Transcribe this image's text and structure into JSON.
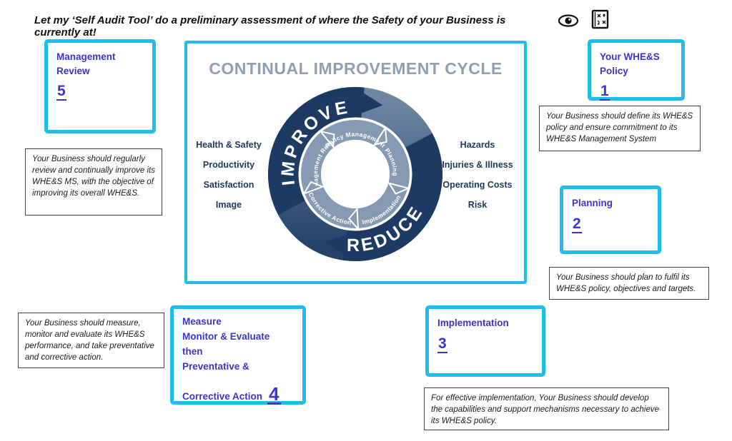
{
  "header": {
    "title": "Let my ‘Self Audit Tool’ do a preliminary assessment of where the Safety of your Business is currently at!",
    "icons": [
      "eye-icon",
      "audit-tool-icon"
    ]
  },
  "colors": {
    "cyan_border": "#1fbdeb",
    "link_blue": "#3d33cf",
    "navy": "#1d3a63",
    "ring_light": "#6e86a2",
    "ring_dark": "#24416a",
    "inner_ring": "#8699b2",
    "cycle_title_gray": "#8fa0b4"
  },
  "cycle": {
    "title": "CONTINUAL IMPROVEMENT CYCLE",
    "improve": "IMPROVE",
    "reduce": "REDUCE",
    "segments": [
      "Policy Management",
      "Planning",
      "Implementation",
      "Corrective Action",
      "Management Review"
    ],
    "left_items": [
      "Health & Safety",
      "Productivity",
      "Satisfaction",
      "Image"
    ],
    "right_items": [
      "Hazards",
      "Injuries & Illness",
      "Operating Costs",
      "Risk"
    ]
  },
  "steps": [
    {
      "label": "Your WHE&S Policy",
      "number": "1",
      "description": "Your Business should define its WHE&S policy and ensure commitment to its WHE&S Management System"
    },
    {
      "label": "Planning",
      "number": "2",
      "description": "Your Business should plan to fulfil its WHE&S policy, objectives and targets."
    },
    {
      "label": "Implementation",
      "number": "3",
      "description": "For effective implementation, Your Business should develop the capabilities and support mechanisms necessary to achieve its WHE&S policy."
    },
    {
      "lines": [
        "Measure",
        "Monitor & Evaluate",
        "then",
        "Preventative &",
        "Corrective Action"
      ],
      "number": "4",
      "description": "Your Business should measure, monitor and evaluate its WHE&S performance, and take preventative and corrective action."
    },
    {
      "label": "Management Review",
      "number": "5",
      "description": "Your Business should regularly review and continually improve its WHE&S MS, with the objective of improving its overall WHE&S."
    }
  ]
}
